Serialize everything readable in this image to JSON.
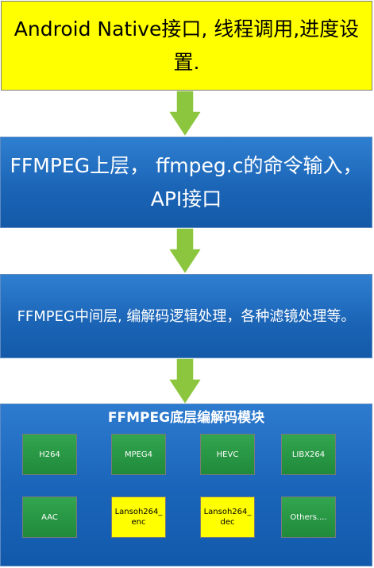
{
  "layers": [
    {
      "text": "Android Native接口, 线程调用,进度设置."
    },
    {
      "text": "FFMPEG上层， ffmpeg.c的命令输入，API接口"
    },
    {
      "text": "FFMPEG中间层, 编解码逻辑处理，各种滤镜处理等。"
    },
    {
      "text": "FFMPEG底层编解码模块"
    }
  ],
  "modules": [
    {
      "label": "H264",
      "color": "#2a9a47"
    },
    {
      "label": "MPEG4",
      "color": "#2a9a47"
    },
    {
      "label": "HEVC",
      "color": "#2a9a47"
    },
    {
      "label": "LIBX264",
      "color": "#2a9a47"
    },
    {
      "label": "AAC",
      "color": "#2a9a47"
    },
    {
      "label": "Lansoh264_enc",
      "color": "#ffff00"
    },
    {
      "label": "Lansoh264_dec",
      "color": "#ffff00"
    },
    {
      "label": "Others....",
      "color": "#2a9a47"
    }
  ],
  "colors": {
    "top_layer": "#ffff00",
    "blue_layer": "#1a63b5",
    "arrow": "#8cc63e",
    "module_green": "#2a9a47",
    "module_yellow": "#ffff00"
  }
}
